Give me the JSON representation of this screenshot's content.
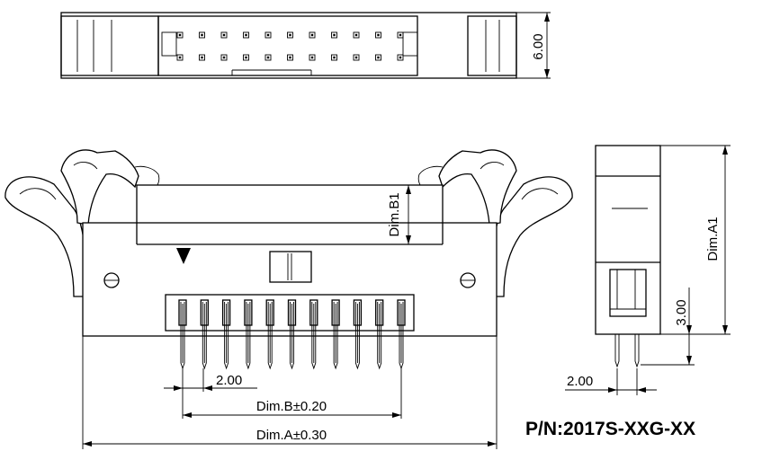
{
  "labels": {
    "dim_height_top": "6.00",
    "dim_b1": "Dim.B1",
    "dim_a1": "Dim.A1",
    "dim_pin_len": "3.00",
    "pitch_front": "2.00",
    "pitch_side": "2.00",
    "dim_b": "Dim.B±0.20",
    "dim_a": "Dim.A±0.30",
    "part_number": "P/N:2017S-XXG-XX"
  },
  "drawing": {
    "top_view_pin_columns": 11,
    "top_view_pin_rows": 2,
    "front_view_pin_count": 11,
    "side_view_pin_count": 2
  }
}
